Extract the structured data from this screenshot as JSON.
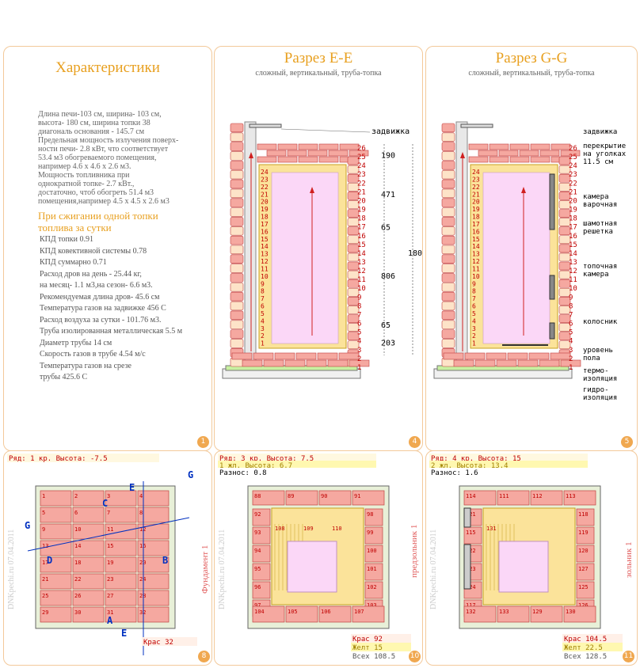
{
  "p1": {
    "title": "Характеристики",
    "desc": "Длина печи-103 см, ширина- 103 см,\nвысота- 180 см, ширина топки 38\nдиагональ основания - 145.7 см\nПредельная мощность излучения поверх-\nности печи- 2.8 кВт, что соответствует\n53.4 м3 обогреваемого помещения,\nнапример 4.6 х 4.6 х 2.6 м3.\nМощность топливника при\nоднократной топке- 2.7 кВт.,\nдостаточно, чтоб обогреть 51.4 м3\nпомещения,например 4.5 х 4.5 х 2.6 м3",
    "subtitle": "При сжигании одной топки\n  топлива за сутки",
    "stats": [
      "КПД топки 0.91",
      "КПД ковективной системы 0.78",
      "КПД суммарно 0.71",
      "Расход дров на день - 25.44 кг,",
      "на месяц- 1.1 м3,на сезон- 6.6 м3.",
      "Рекомендуемая длина дров- 45.6 см",
      "Температура газов на задвижке 456 С",
      "Расход воздуха за сутки - 101.76 м3.",
      "Труба изолированная металлическая 5.5 м",
      "Диаметр трубы 14 см",
      "Скорость газов в трубе 4.54 м/с",
      "Температура газов на срезе",
      "трубы 425.6 С"
    ],
    "badge": "1"
  },
  "p4": {
    "title": "Разрез E-E",
    "subtitle": "сложный, вертикальный, труба-топка",
    "label_zadvizhka": "задвижка",
    "dims": [
      "190",
      "471",
      "65",
      "806",
      "65",
      "203"
    ],
    "total": "180",
    "badge": "4"
  },
  "p5": {
    "title": "Разрез G-G",
    "subtitle": "сложный, вертикальный, труба-топка",
    "labels": [
      "задвижка",
      "перекрытие",
      "на уголках",
      "11.5 см",
      "камера",
      "варочная",
      "шамотная",
      "решетка",
      "топочная",
      "камера",
      "колосник",
      "уровень",
      "пола",
      "термо-",
      "изоляция",
      "гидро-",
      "изоляция"
    ],
    "badge": "5"
  },
  "rows": [
    "26",
    "25",
    "24",
    "23",
    "22",
    "21",
    "20",
    "19",
    "18",
    "17",
    "16",
    "15",
    "14",
    "13",
    "12",
    "11",
    "10",
    "9",
    "8",
    "7",
    "6",
    "5",
    "4",
    "3",
    "2",
    "1"
  ],
  "p8": {
    "header": "Ряд: 1 кр.  Высота: -7.5",
    "side": "Фундамент 1",
    "watermark": "DNKpechi.ru  07.04.2011",
    "footer": "Крас 32",
    "letters": [
      "E",
      "G",
      "C",
      "D",
      "B",
      "A",
      "G",
      "E"
    ],
    "nums": [
      "1",
      "2",
      "3",
      "4",
      "5",
      "6",
      "7",
      "8",
      "9",
      "10",
      "11",
      "12",
      "13",
      "14",
      "15",
      "16",
      "17",
      "18",
      "19",
      "20",
      "21",
      "22",
      "23",
      "24",
      "25",
      "26",
      "27",
      "28",
      "29",
      "30",
      "31",
      "32"
    ],
    "badge": "8"
  },
  "p10": {
    "header1": "Ряд: 3 кр.  Высота: 7.5",
    "header2": "1 жл.  Высота: 6.7",
    "header3": "Разнос: 0.8",
    "side": "предзольник 1",
    "watermark": "DNKpechi.ru  07.04.2011",
    "f1": "Крас 92",
    "f2": "Желт 15",
    "f3": "Всех 108.5",
    "nums": [
      "88",
      "89",
      "90",
      "91",
      "92",
      "93",
      "94",
      "95",
      "96",
      "97",
      "98",
      "99",
      "100",
      "101",
      "102",
      "103",
      "104",
      "105",
      "106",
      "107",
      "108",
      "109",
      "110"
    ],
    "badge": "10"
  },
  "p11": {
    "header1": "Ряд: 4 кр.  Высота: 15",
    "header2": "2 жл.  Высота: 13.4",
    "header3": "Разнос: 1.6",
    "side": "зольник 1",
    "watermark": "DNKpechi.ru  07.04.2011",
    "f1": "Крас 104.5",
    "f2": "Желт 22.5",
    "f3": "Всех 128.5",
    "nums": [
      "114",
      "111",
      "112",
      "113",
      "121",
      "115",
      "122",
      "123",
      "124",
      "117",
      "118",
      "119",
      "120",
      "127",
      "125",
      "126",
      "132",
      "133",
      "129",
      "130",
      "131"
    ],
    "badge": "11"
  }
}
